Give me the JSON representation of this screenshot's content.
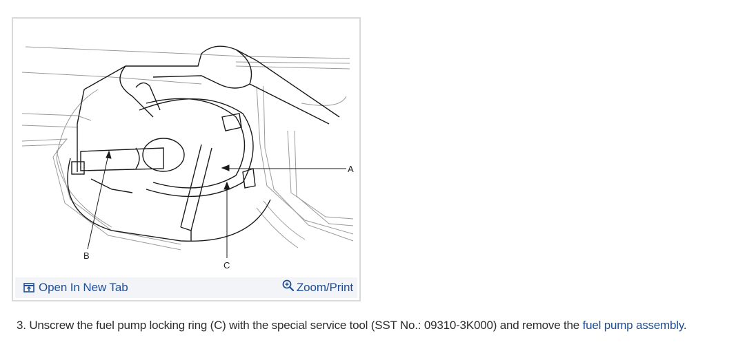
{
  "figure": {
    "alt": "Fuel pump assembly diagram with callouts A, B, C",
    "callouts": [
      "A",
      "B",
      "C"
    ],
    "footer": {
      "open_new_tab_label": "Open In New Tab",
      "open_new_tab_icon": "open-new-tab-icon",
      "zoom_print_label": "Zoom/Print",
      "zoom_print_icon": "zoom-in-icon"
    }
  },
  "step": {
    "number": "3.",
    "text_before_link": "Unscrew the fuel pump locking ring (C) with the special service tool (SST No.: 09310-3K000) and remove the ",
    "link_text": "fuel pump assembly",
    "text_after_link": "."
  },
  "colors": {
    "link": "#1f4e96",
    "text": "#2b2b2b",
    "footer_bg": "#f2f4f8",
    "frame_border": "#d9d9d9"
  }
}
